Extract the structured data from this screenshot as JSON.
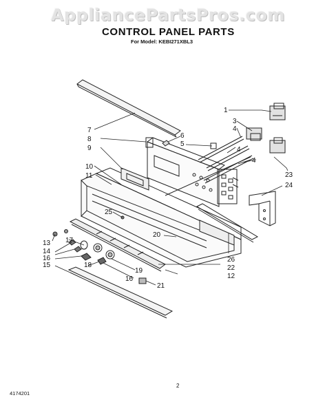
{
  "watermark": "AppliancePartsPros.com",
  "title": "CONTROL PANEL PARTS",
  "subtitle": "For Model: KEBI271XBL3",
  "page_number": "2",
  "document_number": "4174201",
  "callouts": {
    "c1": "1",
    "c3": "3",
    "c4a": "4",
    "c4b": "4",
    "c4c": "4",
    "c5": "5",
    "c6": "6",
    "c7": "7",
    "c8": "8",
    "c9": "9",
    "c10": "10",
    "c11": "11",
    "c12": "12",
    "c13": "13",
    "c14": "14",
    "c15": "15",
    "c16a": "16",
    "c16b": "16",
    "c17": "17",
    "c18": "18",
    "c19": "19",
    "c20": "20",
    "c21": "21",
    "c22": "22",
    "c23": "23",
    "c24": "24",
    "c25": "25",
    "c26": "26"
  }
}
